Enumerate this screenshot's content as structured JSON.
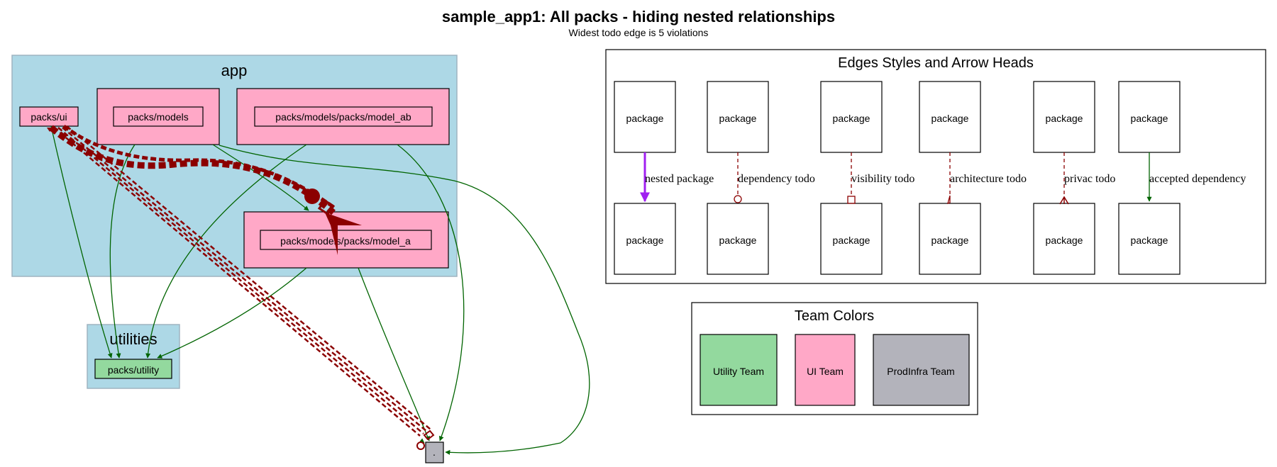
{
  "title": "sample_app1: All packs - hiding nested relationships",
  "subtitle": "Widest todo edge is 5 violations",
  "clusters": {
    "app": "app",
    "utilities": "utilities"
  },
  "packs": {
    "ui": "packs/ui",
    "models": "packs/models",
    "model_ab": "packs/models/packs/model_ab",
    "model_a": "packs/models/packs/model_a",
    "utility": "packs/utility",
    "root": "."
  },
  "legend_edges": {
    "title": "Edges Styles and Arrow Heads",
    "node_label": "package",
    "items": [
      {
        "label": "nested package",
        "color": "#a020f0",
        "style": "solid",
        "head": "normal"
      },
      {
        "label": "dependency todo",
        "color": "#8b0000",
        "style": "dashed",
        "head": "odot"
      },
      {
        "label": "visibility todo",
        "color": "#8b0000",
        "style": "dashed",
        "head": "obox"
      },
      {
        "label": "architecture todo",
        "color": "#8b0000",
        "style": "dashed",
        "head": "onormal"
      },
      {
        "label": "privac todo",
        "color": "#8b0000",
        "style": "dashed",
        "head": "crow"
      },
      {
        "label": "accepted dependency",
        "color": "#006400",
        "style": "solid",
        "head": "normal"
      }
    ]
  },
  "legend_teams": {
    "title": "Team Colors",
    "items": [
      {
        "label": "Utility Team",
        "color": "#93d99e"
      },
      {
        "label": "UI Team",
        "color": "#ffa8c7"
      },
      {
        "label": "ProdInfra Team",
        "color": "#b3b3bb"
      }
    ]
  },
  "colors": {
    "cluster_fill": "#add8e6",
    "cluster_border": "#9fb4c0",
    "accepted_dependency": "#006400",
    "todo": "#8b0000",
    "nested_package": "#a020f0"
  }
}
